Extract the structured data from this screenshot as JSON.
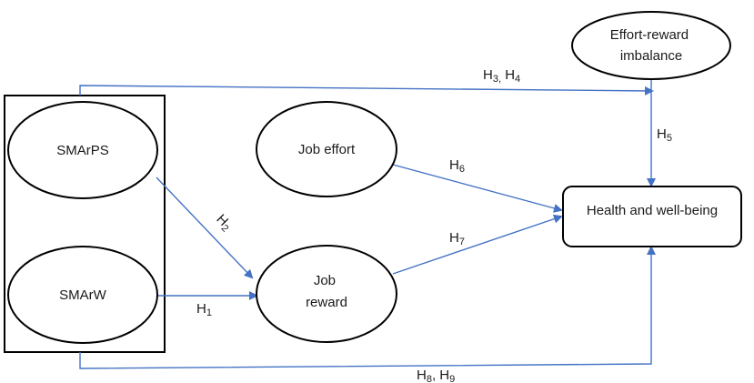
{
  "colors": {
    "arrow": "#4472c4",
    "node_stroke": "#000000",
    "node_fill": "#ffffff",
    "text": "#1a1a1a"
  },
  "nodes": {
    "smarps": {
      "label": "SMArPS"
    },
    "smarw": {
      "label": "SMArW"
    },
    "job_effort": {
      "label": "Job effort"
    },
    "job_reward": {
      "line1": "Job",
      "line2": "reward"
    },
    "eri": {
      "line1": "Effort-reward",
      "line2": "imbalance"
    },
    "health": {
      "label": "Health and well-being"
    }
  },
  "edges": {
    "h1": {
      "base": "H",
      "sub": "1"
    },
    "h2": {
      "base": "H",
      "sub": "2"
    },
    "h3_h4": {
      "base1": "H",
      "sub1": "3,",
      "base2": " H",
      "sub2": "4"
    },
    "h5": {
      "base": "H",
      "sub": "5"
    },
    "h6": {
      "base": "H",
      "sub": "6"
    },
    "h7": {
      "base": "H",
      "sub": "7"
    },
    "h8_h9": {
      "base1": "H",
      "sub1": "8",
      "base2": ", H",
      "sub2": "9"
    }
  }
}
